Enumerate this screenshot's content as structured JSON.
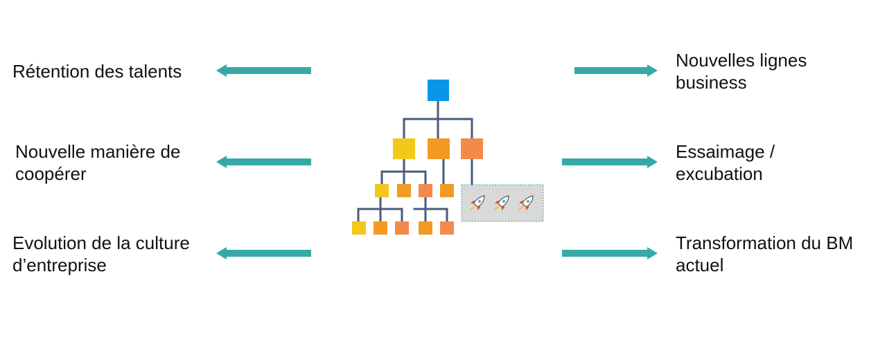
{
  "left": [
    {
      "text": "Rétention des talents"
    },
    {
      "text": "Nouvelle manière de\ncoopérer"
    },
    {
      "text": "Evolution de la culture\nd’entreprise"
    }
  ],
  "right": [
    {
      "text": "Nouvelles lignes\nbusiness"
    },
    {
      "text": "Essaimage /\nexcubation"
    },
    {
      "text": "Transformation du BM\nactuel"
    }
  ],
  "colors": {
    "arrow": "#35A9A6",
    "line": "#4A5A7E",
    "root": "#0A96E6",
    "yellow": "#F2C81A",
    "orange": "#F29A22",
    "coral": "#F28A4C",
    "rocket_box_fill": "#D9D9D9",
    "rocket_box_border": "#35A9A6"
  },
  "icons": [
    "rocket-icon",
    "rocket-icon",
    "rocket-icon"
  ]
}
